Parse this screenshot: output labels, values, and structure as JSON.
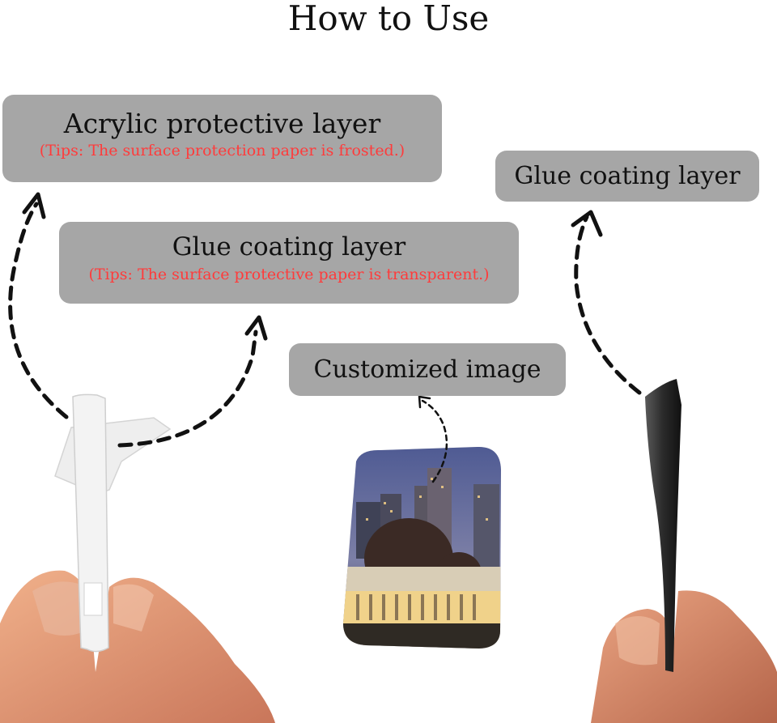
{
  "title": "How to Use",
  "labels": {
    "acrylic": {
      "main": "Acrylic protective layer",
      "tip": "(Tips: The surface protection paper is frosted.)"
    },
    "glue_left": {
      "main": "Glue coating layer",
      "tip": "(Tips: The surface protective paper is transparent.)"
    },
    "glue_right": {
      "main": "Glue coating layer"
    },
    "customized": {
      "main": "Customized image"
    }
  },
  "colors": {
    "label_background": "#a6a6a6",
    "tip_text": "#ff3b3b",
    "arrow": "#111111"
  },
  "icons": [
    "dashed-arrow-icon"
  ]
}
